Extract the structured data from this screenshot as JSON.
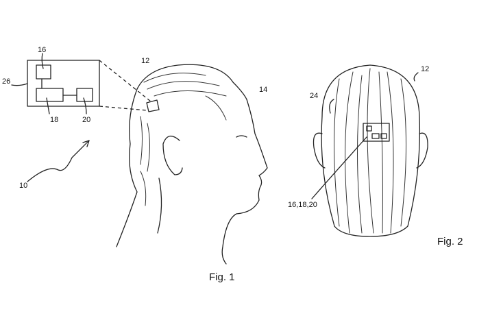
{
  "figure1": {
    "caption": "Fig. 1",
    "labels": {
      "system": "10",
      "hair": "12",
      "head": "14",
      "module_a": "16",
      "module_b": "18",
      "module_c": "20",
      "housing": "26"
    }
  },
  "figure2": {
    "caption": "Fig. 2",
    "labels": {
      "hair": "12",
      "scalp": "24",
      "modules": "16,18,20"
    }
  }
}
